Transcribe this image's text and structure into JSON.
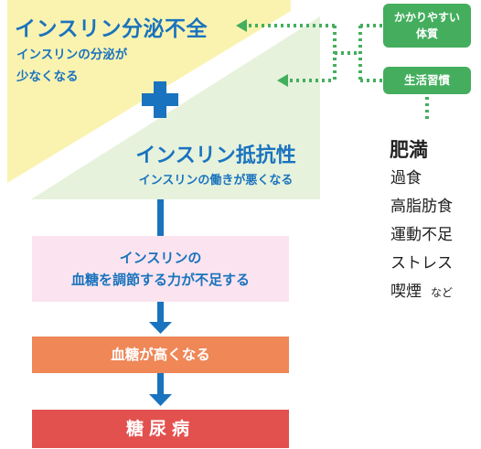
{
  "insulin_secretion_deficiency": {
    "title": "インスリン分泌不全",
    "subtitle_line1": "インスリンの分泌が",
    "subtitle_line2": "少なくなる"
  },
  "insulin_resistance": {
    "title": "インスリン抵抗性",
    "subtitle": "インスリンの働きが悪くなる"
  },
  "flow": {
    "step1_line1": "インスリンの",
    "step1_line2": "血糖を調節する力が不足する",
    "step2": "血糖が高くなる",
    "step3": "糖尿病"
  },
  "causes": {
    "constitution_line1": "かかりやすい",
    "constitution_line2": "体質",
    "lifestyle": "生活習慣"
  },
  "lifestyle_factors": {
    "title": "肥満",
    "items": [
      "過食",
      "高脂肪食",
      "運動不足",
      "ストレス",
      "喫煙"
    ],
    "etc": "など"
  },
  "colors": {
    "primary_blue": "#1a73be",
    "yellow_panel": "#faf3b0",
    "green_panel": "#e6f2dc",
    "pink_box": "#fbe4ef",
    "orange_box": "#ef8757",
    "red_box": "#e3514f",
    "green_button": "#44ae5e"
  }
}
